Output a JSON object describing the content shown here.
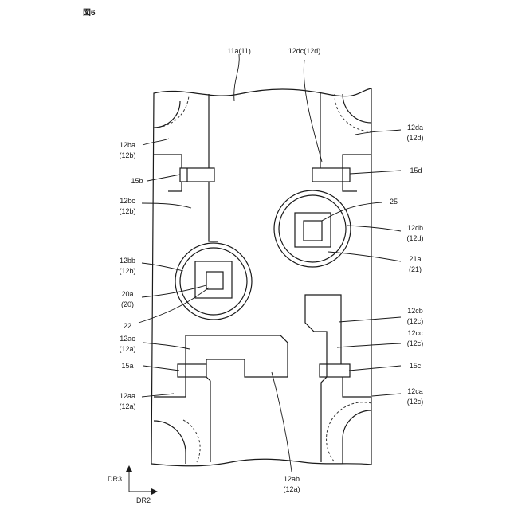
{
  "figure_title": "図6",
  "labels": {
    "l11a": "11a(11)",
    "l12dc": "12dc(12d)",
    "l12ba_1": "12ba",
    "l12ba_2": "(12b)",
    "l12da_1": "12da",
    "l12da_2": "(12d)",
    "l15b": "15b",
    "l15d": "15d",
    "l12bc_1": "12bc",
    "l12bc_2": "(12b)",
    "l25": "25",
    "l12db_1": "12db",
    "l12db_2": "(12d)",
    "l21a_1": "21a",
    "l21a_2": "(21)",
    "l12bb_1": "12bb",
    "l12bb_2": "(12b)",
    "l20a_1": "20a",
    "l20a_2": "(20)",
    "l22": "22",
    "l12cb_1": "12cb",
    "l12cb_2": "(12c)",
    "l12cc_1": "12cc",
    "l12cc_2": "(12c)",
    "l12ac_1": "12ac",
    "l12ac_2": "(12a)",
    "l15a": "15a",
    "l15c": "15c",
    "l12aa_1": "12aa",
    "l12aa_2": "(12a)",
    "l12ca_1": "12ca",
    "l12ca_2": "(12c)",
    "l12ab_1": "12ab",
    "l12ab_2": "(12a)",
    "dr3": "DR3",
    "dr2": "DR2"
  }
}
